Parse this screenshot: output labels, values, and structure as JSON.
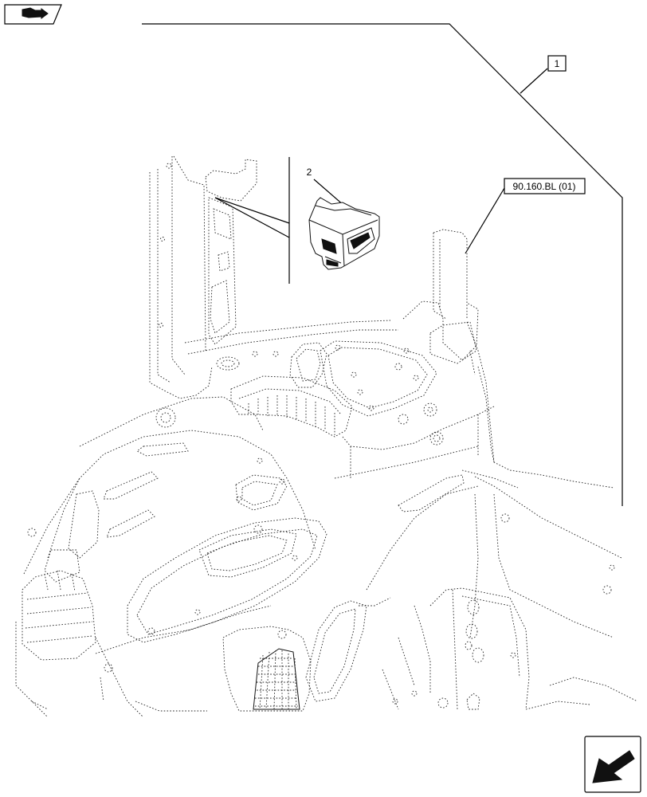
{
  "callouts": {
    "item_1": "1",
    "item_2": "2",
    "ref_label": "90.160.BL (01)"
  },
  "icons": {
    "top_left": "book-arrow-icon",
    "bottom_right": "next-page-arrow-icon"
  }
}
